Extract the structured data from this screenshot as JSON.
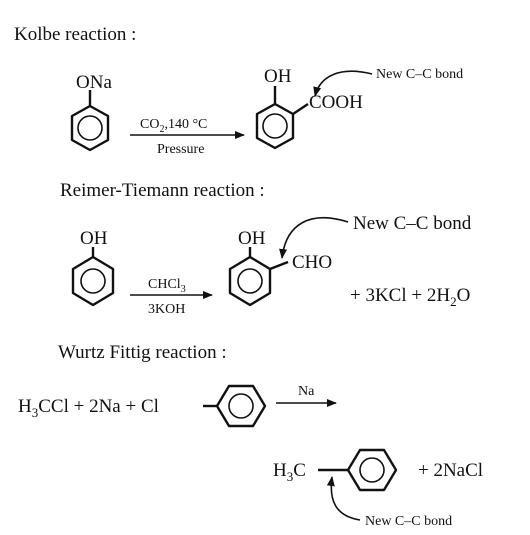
{
  "sections": [
    {
      "title": "Kolbe reaction :",
      "reactant_substituent": "ONa",
      "reagent_top_prefix": "CO",
      "reagent_top_sub": "2",
      "reagent_top_suffix": ",140 °C",
      "reagent_bottom": "Pressure",
      "product_oh": "OH",
      "product_group": "COOH",
      "annotation": "New C–C bond"
    },
    {
      "title": "Reimer-Tiemann reaction :",
      "reactant_substituent": "OH",
      "reagent_top_prefix": "CHCl",
      "reagent_top_sub": "3",
      "reagent_bottom": "3KOH",
      "product_oh": "OH",
      "product_group": "CHO",
      "annotation": "New C–C bond",
      "byproducts_a": "+ 3KCl + 2H",
      "byproducts_sub": "2",
      "byproducts_b": "O"
    },
    {
      "title": "Wurtz Fittig reaction :",
      "reactant_a": "H",
      "reactant_a_sub": "3",
      "reactant_a_rest": "CCl + 2Na + Cl",
      "reagent_top": "Na",
      "product_a": "H",
      "product_a_sub": "3",
      "product_a_rest": "C",
      "product_b": "+  2NaCl",
      "annotation": "New C–C bond"
    }
  ]
}
